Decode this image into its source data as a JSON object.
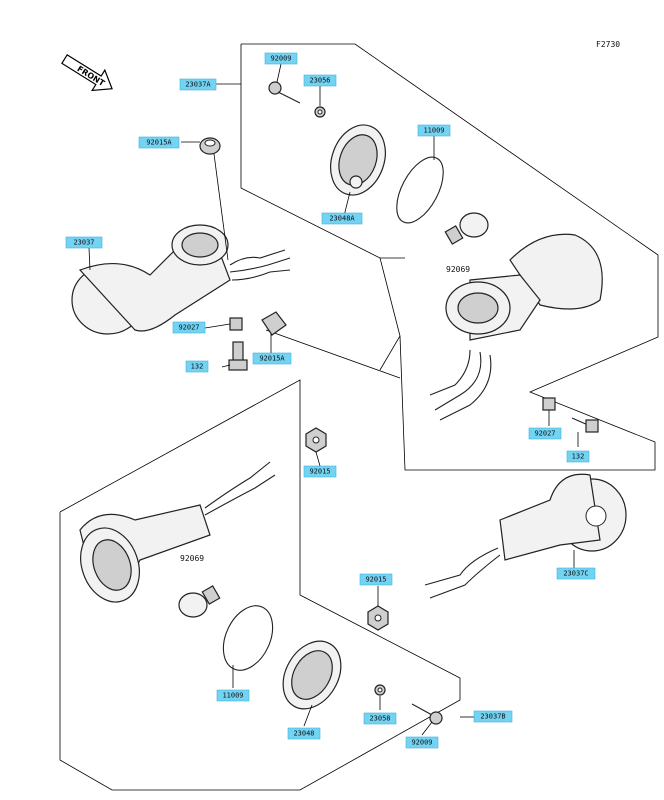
{
  "figure_code": "F2730",
  "front_label": "FRONT",
  "labels": {
    "screw_top": "92009",
    "assy_a": "23037A",
    "nut_top": "23056",
    "ring_top": "11009",
    "collar_top_left": "92015A",
    "lens_top": "23048A",
    "assy_left": "23037",
    "bulb_top": "92069",
    "cap_left": "92027",
    "collar_left": "92015A",
    "bolt_left": "132",
    "cap_right": "92027",
    "bolt_right": "132",
    "nut_mid": "92015",
    "bulb_bottom": "92069",
    "assy_c": "23037C",
    "nut_bottom_right": "92015",
    "ring_bottom": "11009",
    "lens_bottom": "23048",
    "nut_bottom": "23058",
    "screw_bottom": "92009",
    "assy_b": "23037B"
  },
  "colors": {
    "label_fill": "#73d3f3",
    "label_border": "#3fb4dc",
    "line": "#000000"
  }
}
